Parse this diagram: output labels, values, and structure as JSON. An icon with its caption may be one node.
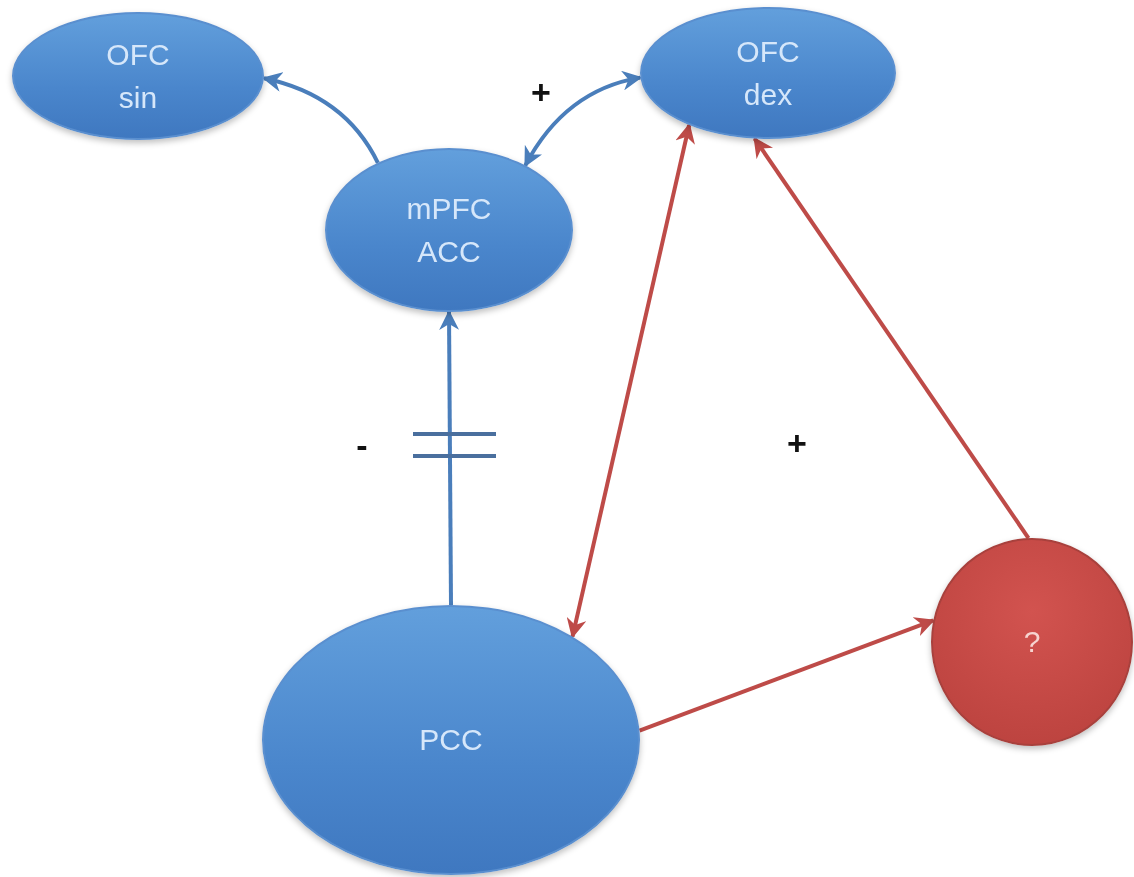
{
  "diagram": {
    "nodes": [
      {
        "text": [
          "OFC sin"
        ]
      },
      {
        "text": [
          "OFC dex"
        ]
      },
      {
        "text": [
          "mPFC ACC"
        ]
      },
      {
        "text": [
          "PCC"
        ]
      },
      {
        "text": [
          "?"
        ]
      }
    ],
    "edges": [
      {
        "from": 2,
        "to": 0,
        "arrow": "to",
        "color": "#4a7ebb"
      },
      {
        "from": 2,
        "to": 1,
        "arrow": "both",
        "label": "+",
        "color": "#4a7ebb"
      },
      {
        "from": 3,
        "to": 2,
        "arrow": "to",
        "label": "-",
        "color": "#4a7ebb"
      },
      {
        "from": 3,
        "to": 1,
        "arrow": "both",
        "color": "#be4b48"
      },
      {
        "from": 3,
        "to": 4,
        "arrow": "to",
        "color": "#be4b48"
      },
      {
        "from": 4,
        "to": 1,
        "arrow": "to",
        "color": "#be4b48"
      }
    ],
    "labels": [
      "+"
    ]
  }
}
